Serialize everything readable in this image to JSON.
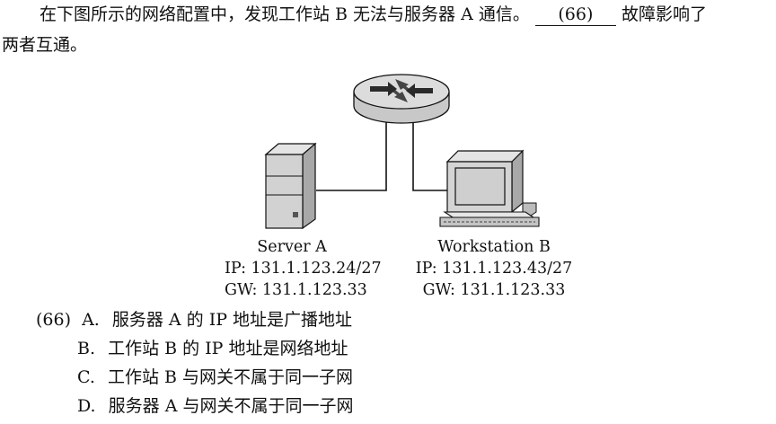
{
  "question": {
    "line1_before": "在下图所示的网络配置中，发现工作站 B 无法与服务器 A 通信。",
    "blank": "(66)",
    "line1_after": "故障影响了",
    "line2": "两者互通。"
  },
  "server": {
    "name": "Server A",
    "ip": "IP: 131.1.123.24/27",
    "gw": "GW: 131.1.123.33"
  },
  "workstation": {
    "name": "Workstation B",
    "ip": "IP: 131.1.123.43/27",
    "gw": "GW: 131.1.123.33"
  },
  "options": {
    "number": "(66)",
    "a_letter": "A.",
    "a_text": "服务器 A 的 IP 地址是广播地址",
    "b_letter": "B.",
    "b_text": "工作站 B 的 IP 地址是网络地址",
    "c_letter": "C.",
    "c_text": "工作站 B 与网关不属于同一子网",
    "d_letter": "D.",
    "d_text": "服务器 A 与网关不属于同一子网"
  },
  "icons": [
    "router-icon",
    "server-icon",
    "workstation-icon"
  ]
}
